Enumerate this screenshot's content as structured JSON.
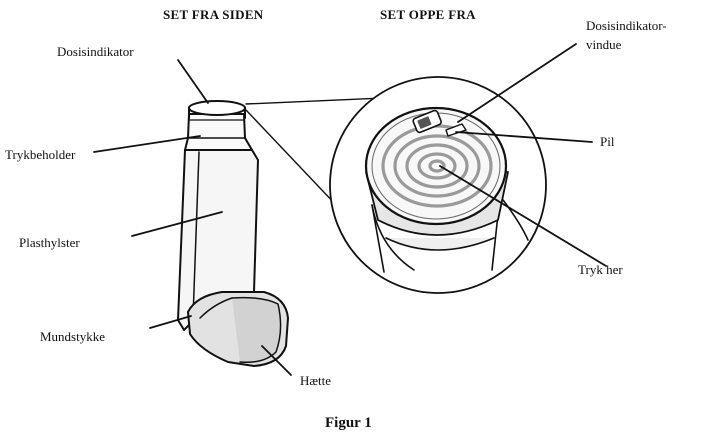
{
  "headings": {
    "side_view": "SET FRA SIDEN",
    "top_view": "SET OPPE FRA"
  },
  "side_labels": {
    "dose_indicator": "Dosisindikator",
    "canister": "Trykbeholder",
    "plastic_casing": "Plasthylster",
    "mouthpiece": "Mundstykke",
    "cap": "Hætte"
  },
  "top_labels": {
    "dose_window_line1": "Dosisindikator-",
    "dose_window_line2": "vindue",
    "arrow": "Pil",
    "press_here": "Tryk her"
  },
  "caption": "Figur 1",
  "colors": {
    "line": "#111111",
    "fill_light": "#f4f4f4",
    "fill_mid": "#dcdcdc",
    "spiral": "#9a9a9a"
  }
}
